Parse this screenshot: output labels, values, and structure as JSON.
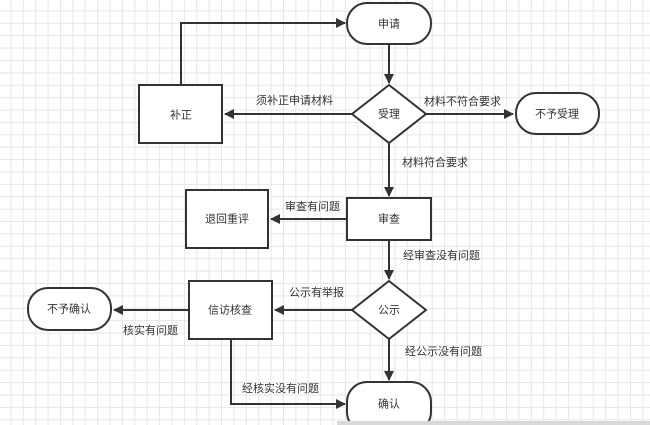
{
  "colors": {
    "stroke": "#333333",
    "text": "#333333",
    "grid": "#e6e6e6",
    "background": "#ffffff"
  },
  "nodes": {
    "apply": "申请",
    "accept": "受理",
    "reject_accept": "不予受理",
    "supplement": "补正",
    "review": "审查",
    "return_review": "退回重评",
    "publicity": "公示",
    "petition_check": "信访核查",
    "reject_confirm": "不予确认",
    "confirm": "确认"
  },
  "edges": {
    "need_supplement": "须补正申请材料",
    "materials_not_ok": "材料不符合要求",
    "materials_ok": "材料符合要求",
    "review_problem": "审查有问题",
    "review_ok": "经审查没有问题",
    "publicity_report": "公示有举报",
    "verified_problem": "核实有问题",
    "publicity_ok": "经公示没有问题",
    "verified_ok": "经核实没有问题"
  }
}
